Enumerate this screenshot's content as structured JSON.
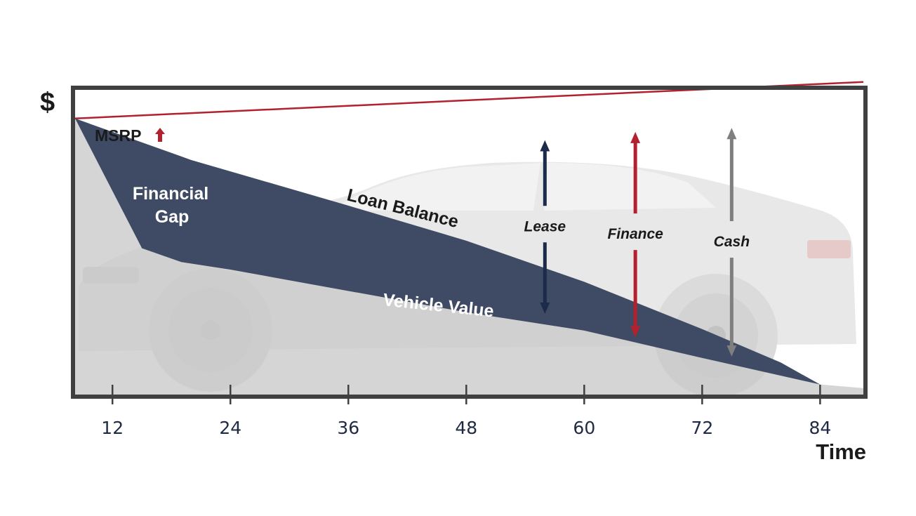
{
  "chart_data": {
    "type": "area",
    "ylabel": "$",
    "xlabel": "Time",
    "xticks": [
      12,
      24,
      36,
      48,
      60,
      72,
      84
    ],
    "xlim": [
      8.2,
      88.4
    ],
    "ylim": [
      0,
      100
    ],
    "grid": false,
    "legend": "none",
    "series": [
      {
        "name": "MSRP",
        "kind": "line",
        "x": [
          8.2,
          88.4
        ],
        "y": [
          90.6,
          102.6
        ]
      },
      {
        "name": "Loan Balance",
        "kind": "area-top",
        "x": [
          8.2,
          20,
          36,
          48,
          60,
          72,
          80,
          84
        ],
        "y": [
          90.6,
          77,
          62,
          50.5,
          37,
          21.5,
          10.5,
          3.3
        ]
      },
      {
        "name": "Vehicle Value",
        "kind": "area-bottom",
        "x": [
          8.2,
          15,
          19,
          24,
          36,
          48,
          60,
          72,
          84,
          88.4
        ],
        "y": [
          90.6,
          48,
          43.5,
          41,
          34,
          27,
          21,
          12,
          3.3,
          2.1
        ]
      }
    ],
    "annotations": {
      "msrp": "MSRP",
      "financial_gap": [
        "Financial",
        "Gap"
      ],
      "loan_balance": "Loan Balance",
      "vehicle_value": "Vehicle Value",
      "lease": "Lease",
      "finance": "Finance",
      "cash": "Cash"
    },
    "arrows": [
      {
        "label": "Lease",
        "x": 56,
        "y_top": 83.5,
        "y_bottom": 26.5,
        "color": "#1c2b4a"
      },
      {
        "label": "Finance",
        "x": 65.2,
        "y_top": 86.2,
        "y_bottom": 18.8,
        "color": "#b3202e"
      },
      {
        "label": "Cash",
        "x": 75,
        "y_top": 87.5,
        "y_bottom": 12.5,
        "color": "#7f7f7f"
      }
    ],
    "colors": {
      "frame": "#404040",
      "msrp": "#b3202e",
      "financial_gap": "#3f4b64",
      "vehicle_area": "#c9c9c9",
      "car": "#e3e3e3",
      "text_dark": "#1a1a1a",
      "text_light": "#ffffff",
      "ticks": "#1f2a44"
    }
  }
}
